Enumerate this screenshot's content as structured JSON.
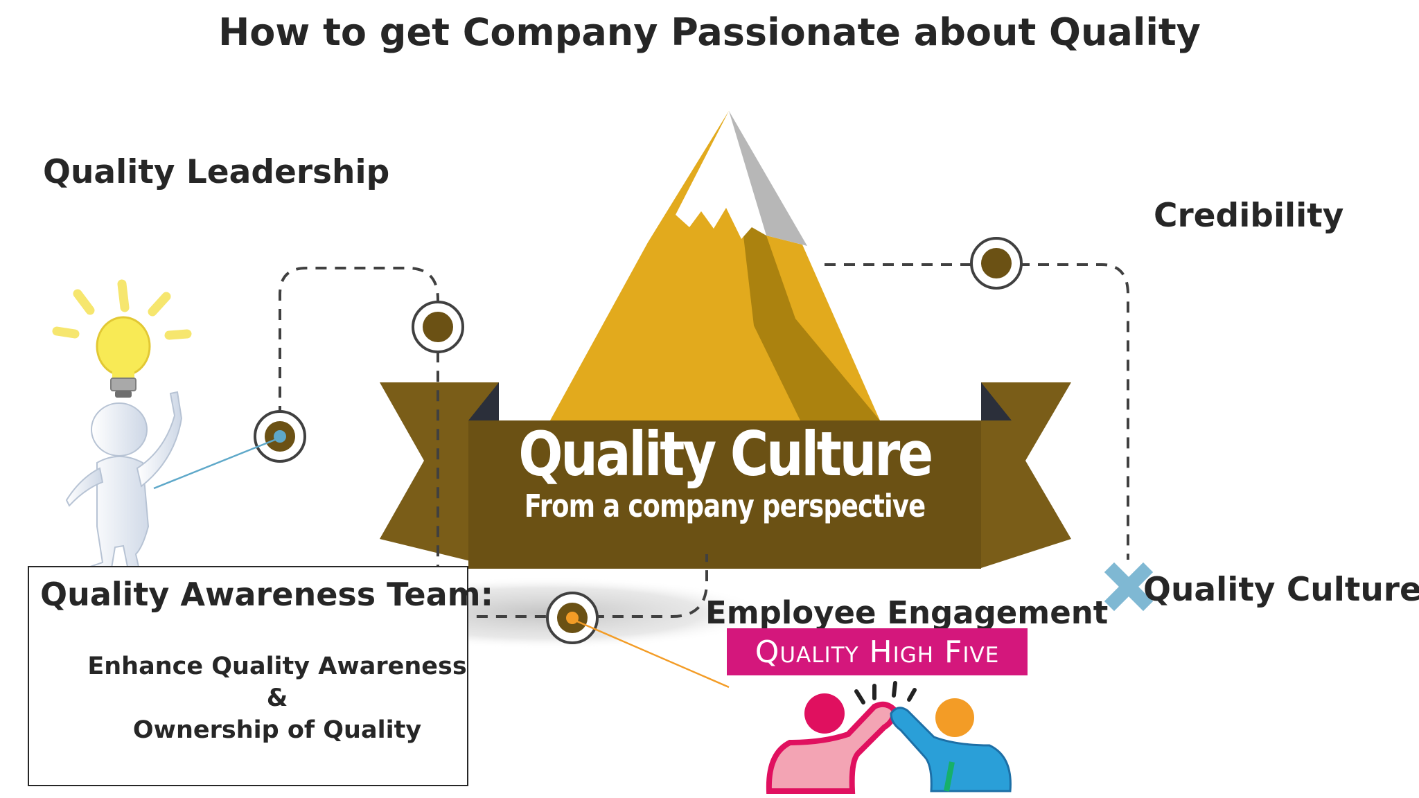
{
  "title": "How to get Company Passionate about Quality",
  "labels": {
    "quality_leadership": "Quality Leadership",
    "credibility": "Credibility",
    "quality_culture": "Quality Culture",
    "employee_engagement": "Employee Engagement"
  },
  "banner": {
    "title": "Quality Culture",
    "subtitle": "From a company perspective"
  },
  "awareness_box": {
    "title": "Quality Awareness Team:",
    "lines": [
      "Enhance Quality Awareness",
      "&",
      "Ownership of Quality"
    ]
  },
  "high_five": {
    "label": "Quality High Five"
  },
  "icons": [
    "light-bulb-icon",
    "stick-figure-icon",
    "high-five-people-icon",
    "cross-marker-icon",
    "mountain-icon"
  ],
  "colors": {
    "banner_dark": "#6b5114",
    "banner_back": "#7a5d18",
    "mountain_light": "#e2aa1d",
    "mountain_dark": "#a8800f",
    "snow": "#ffffff",
    "snow_shadow": "#b7b7b7",
    "node_fill": "#6b5114",
    "path_stroke": "#404040",
    "high_five_pink": "#d4177c",
    "person_pink": "#e0105f",
    "person_orange": "#f39c26",
    "person_blue": "#2a9fd8",
    "cross_blue": "#7fb8d3",
    "bulb_yellow": "#f6e66e"
  }
}
